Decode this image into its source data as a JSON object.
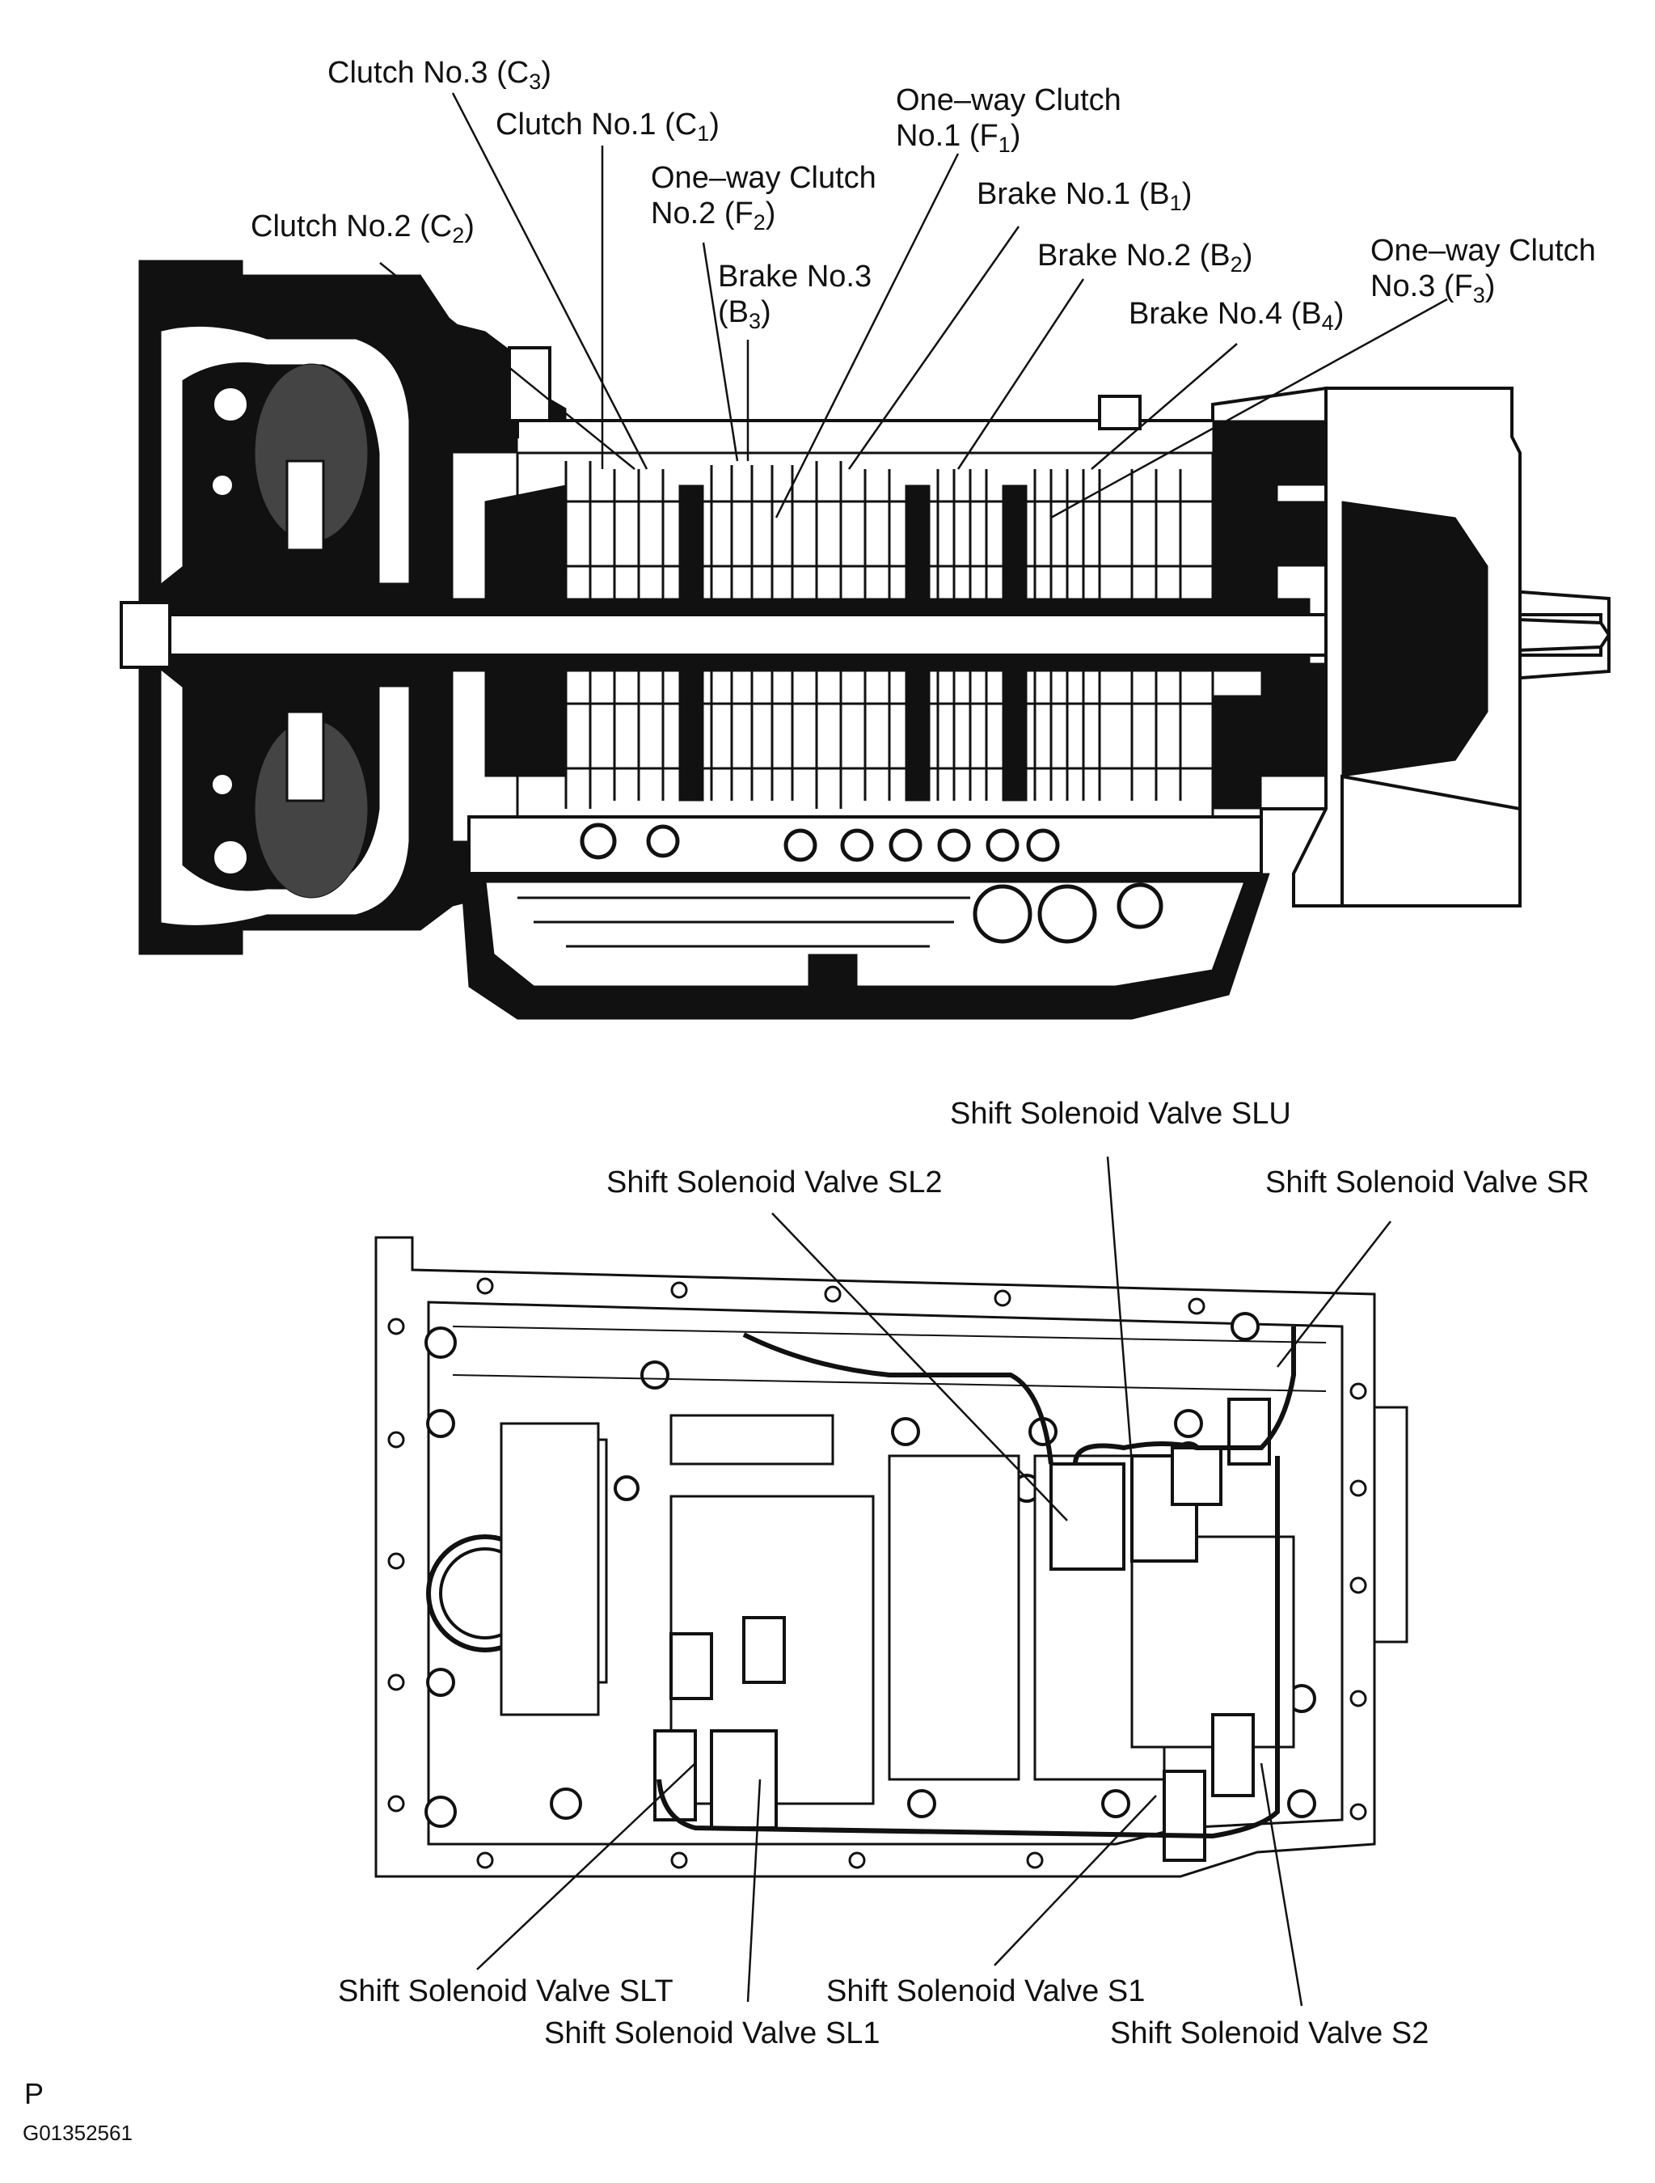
{
  "top_labels": {
    "clutch3": {
      "text": "Clutch No.3 (C",
      "sub": "3",
      "tail": ")"
    },
    "clutch1": {
      "text": "Clutch No.1 (C",
      "sub": "1",
      "tail": ")"
    },
    "oneway1_line1": "One–way Clutch",
    "oneway1_line2": {
      "text": "No.1 (F",
      "sub": "1",
      "tail": ")"
    },
    "oneway2_line1": "One–way Clutch",
    "oneway2_line2": {
      "text": "No.2 (F",
      "sub": "2",
      "tail": ")"
    },
    "clutch2": {
      "text": "Clutch No.2 (C",
      "sub": "2",
      "tail": ")"
    },
    "brake1": {
      "text": "Brake No.1 (B",
      "sub": "1",
      "tail": ")"
    },
    "brake3_line1": "Brake No.3",
    "brake3_line2": {
      "text": "(B",
      "sub": "3",
      "tail": ")"
    },
    "brake2": {
      "text": "Brake No.2 (B",
      "sub": "2",
      "tail": ")"
    },
    "oneway3_line1": "One–way Clutch",
    "oneway3_line2": {
      "text": "No.3 (F",
      "sub": "3",
      "tail": ")"
    },
    "brake4": {
      "text": "Brake No.4 (B",
      "sub": "4",
      "tail": ")"
    }
  },
  "bottom_labels": {
    "slu": "Shift Solenoid Valve SLU",
    "sl2": "Shift Solenoid Valve SL2",
    "sr": "Shift Solenoid Valve SR",
    "slt": "Shift Solenoid Valve SLT",
    "s1": "Shift Solenoid Valve S1",
    "sl1": "Shift Solenoid Valve SL1",
    "s2": "Shift Solenoid Valve S2"
  },
  "footer": {
    "mark": "P",
    "code": "G01352561"
  },
  "colors": {
    "ink": "#111111",
    "paper": "#ffffff"
  }
}
